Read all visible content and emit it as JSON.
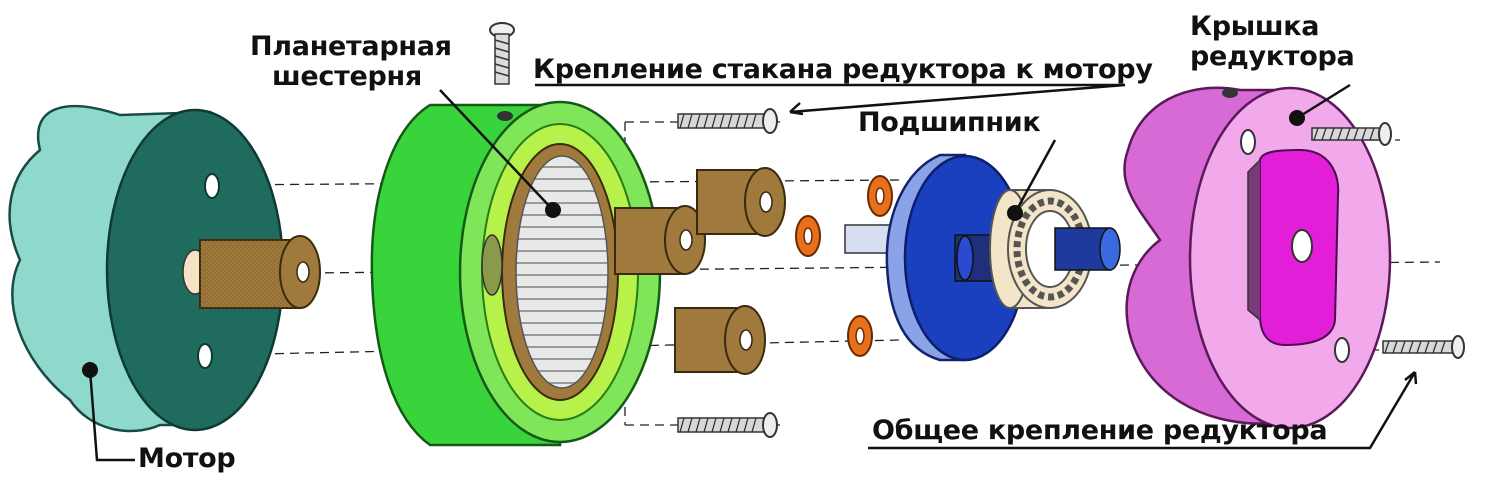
{
  "labels": {
    "planetary_gear": [
      "Планетарная",
      "шестерня"
    ],
    "housing_mount": "Крепление стакана редуктора к мотору",
    "cover": [
      "Крышка",
      "редуктора"
    ],
    "bearing": "Подшипник",
    "motor": "Мотор",
    "common_mount": "Общее крепление редуктора"
  },
  "colors": {
    "motor_face": "#1f6b5e",
    "motor_body": "#8fd9cc",
    "ring_outer": "#39d33c",
    "ring_inner": "#b6f24a",
    "gear": "#a07a3c",
    "carrier": "#1a3fbf",
    "bearing": "#f3e6c8",
    "washer": "#e8701c",
    "cover_body": "#d86ad6",
    "cover_face": "#f1a9ec",
    "cover_plate": "#e21ed8"
  }
}
